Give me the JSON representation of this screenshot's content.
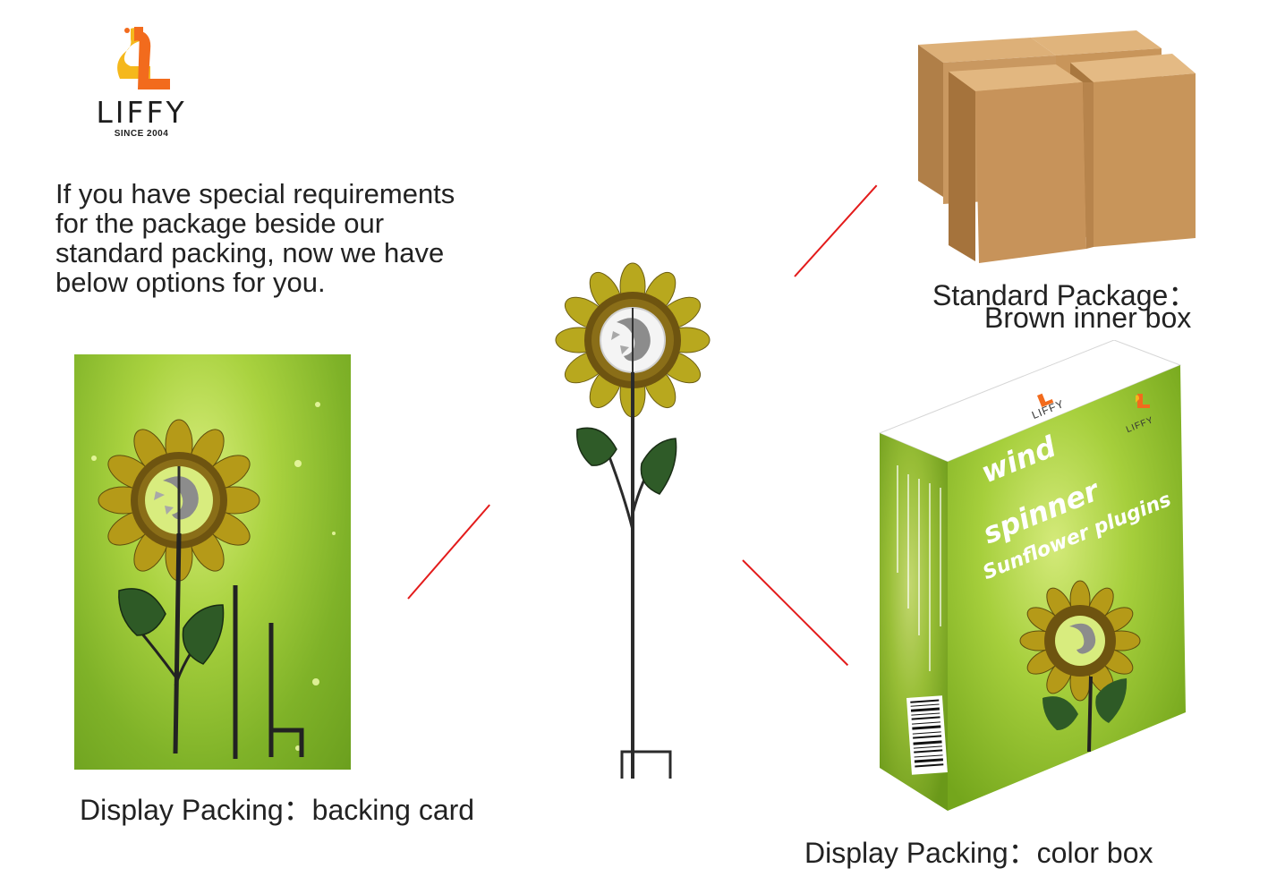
{
  "logo": {
    "brand": "LIFFY",
    "since": "SINCE 2004"
  },
  "intro": {
    "lines": [
      "If you have special requirements",
      "for the package beside our",
      "standard packing, now we have",
      "below options for you."
    ]
  },
  "captions": {
    "standard_line1": "Standard Package：",
    "standard_line2": "Brown inner box",
    "backing_card": "Display Packing：backing card",
    "color_box": "Display Packing：color box"
  },
  "color_box_print": {
    "title_line1": "wind",
    "title_line2": "spinner",
    "subtitle": "Sunflower plugins",
    "logo": "LIFFY"
  },
  "colors": {
    "accent_line": "#e31b1b",
    "cardboard": "#c8955a",
    "package_green": "#8fc232",
    "logo_orange": "#f26b1d",
    "logo_yellow": "#f5b81c"
  }
}
